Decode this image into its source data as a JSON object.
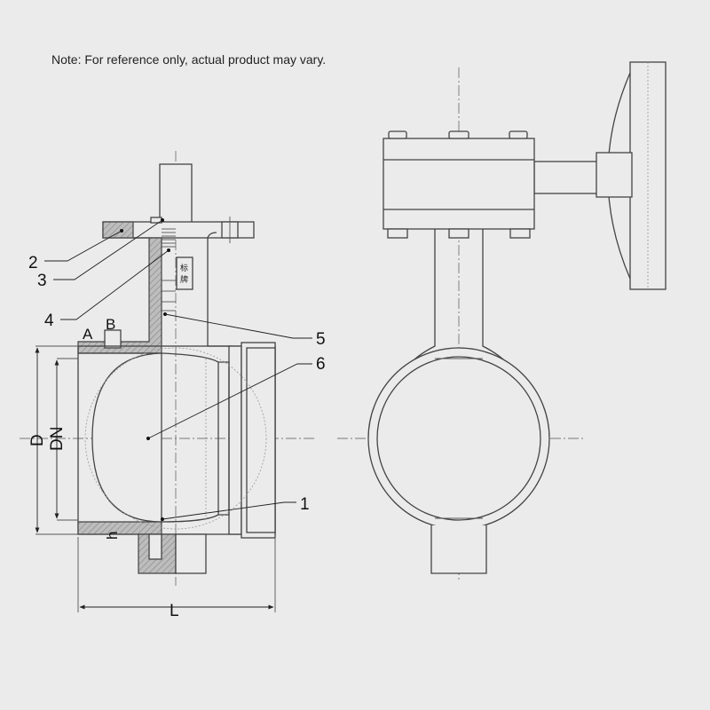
{
  "note": "Note: For reference only, actual product may vary.",
  "callouts": [
    "1",
    "2",
    "3",
    "4",
    "5",
    "6"
  ],
  "dimensions": {
    "A": "A",
    "B": "B",
    "D": "D",
    "DN": "DN",
    "h": "h",
    "L": "L"
  },
  "nameplate": [
    "标",
    "牌"
  ]
}
